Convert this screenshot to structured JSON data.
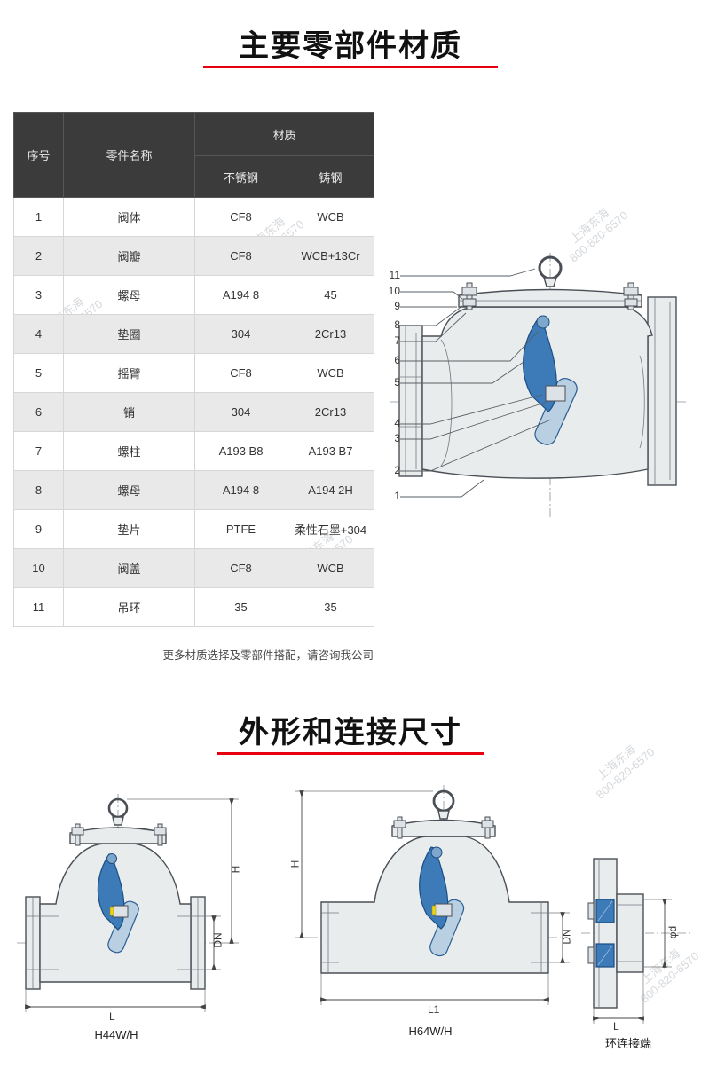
{
  "sections": {
    "materials": {
      "title": "主要零部件材质"
    },
    "dimensions": {
      "title": "外形和连接尺寸"
    }
  },
  "table": {
    "headers": {
      "no": "序号",
      "part": "零件名称",
      "material": "材质",
      "stainless": "不锈钢",
      "cast": "铸钢"
    },
    "rows": [
      {
        "no": "1",
        "part": "阀体",
        "ss": "CF8",
        "cs": "WCB"
      },
      {
        "no": "2",
        "part": "阀瓣",
        "ss": "CF8",
        "cs": "WCB+13Cr"
      },
      {
        "no": "3",
        "part": "螺母",
        "ss": "A194 8",
        "cs": "45"
      },
      {
        "no": "4",
        "part": "垫圈",
        "ss": "304",
        "cs": "2Cr13"
      },
      {
        "no": "5",
        "part": "摇臂",
        "ss": "CF8",
        "cs": "WCB"
      },
      {
        "no": "6",
        "part": "销",
        "ss": "304",
        "cs": "2Cr13"
      },
      {
        "no": "7",
        "part": "螺柱",
        "ss": "A193 B8",
        "cs": "A193 B7"
      },
      {
        "no": "8",
        "part": "螺母",
        "ss": "A194 8",
        "cs": "A194 2H"
      },
      {
        "no": "9",
        "part": "垫片",
        "ss": "PTFE",
        "cs": "柔性石墨+304"
      },
      {
        "no": "10",
        "part": "阀盖",
        "ss": "CF8",
        "cs": "WCB"
      },
      {
        "no": "11",
        "part": "吊环",
        "ss": "35",
        "cs": "35"
      }
    ],
    "note": "更多材质选择及零部件搭配，请咨询我公司"
  },
  "diagram": {
    "callouts": [
      "11",
      "10",
      "9",
      "8",
      "7",
      "6",
      "5",
      "4",
      "3",
      "2",
      "1"
    ]
  },
  "figures": {
    "fig1": {
      "label": "H44W/H",
      "dims": {
        "h": "H",
        "dn": "DN",
        "l": "L"
      }
    },
    "fig2": {
      "label": "H64W/H",
      "dims": {
        "h": "H",
        "dn": "DN",
        "l1": "L1"
      }
    },
    "fig3": {
      "label": "环连接端",
      "dims": {
        "d": "φd",
        "l": "L"
      }
    }
  },
  "watermark": {
    "line1": "上海东海",
    "line2": "800-820-6570"
  },
  "colors": {
    "accent_red": "#e60012",
    "header_bg": "#3b3b3b",
    "row_alt": "#e9e9e9",
    "steel_blue": "#3c7ab8"
  }
}
